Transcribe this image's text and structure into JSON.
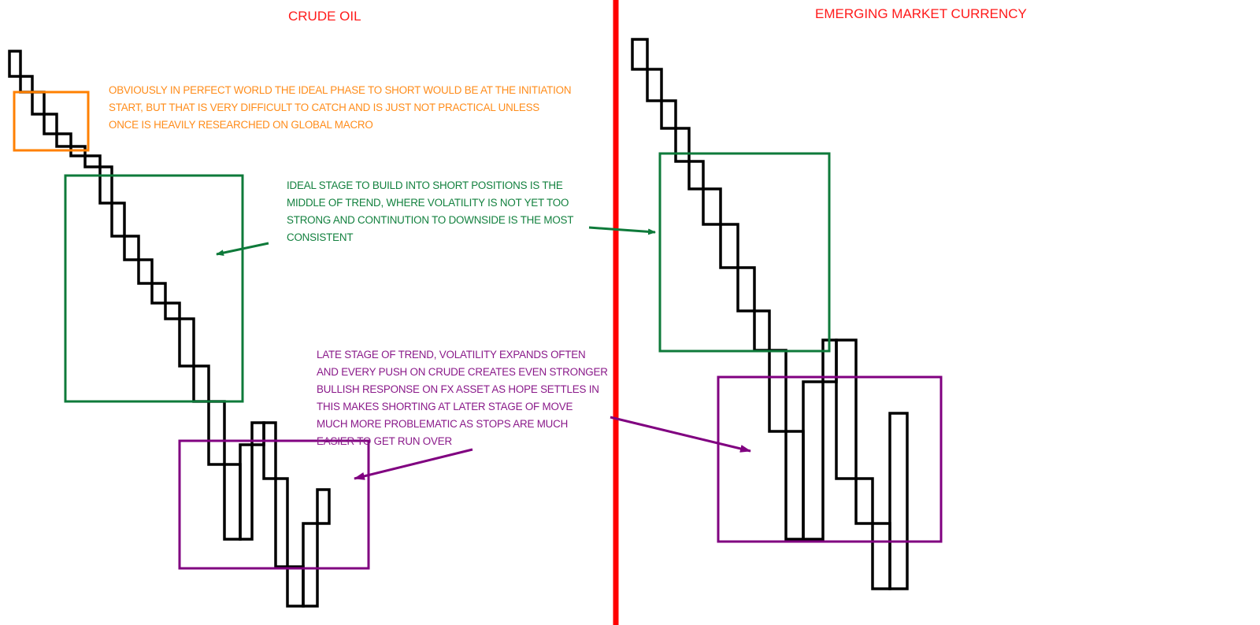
{
  "titles": {
    "left": "CRUDE OIL",
    "right": "EMERGING MARKET CURRENCY"
  },
  "notes": {
    "early": {
      "color": "#ff8c1a",
      "lines": [
        "OBVIOUSLY IN PERFECT WORLD THE IDEAL PHASE TO SHORT WOULD BE AT THE INITIATION",
        "START, BUT THAT IS VERY DIFFICULT TO CATCH AND IS JUST NOT PRACTICAL UNLESS",
        "ONCE IS HEAVILY RESEARCHED ON GLOBAL MACRO"
      ]
    },
    "middle": {
      "color": "#13813f",
      "lines": [
        "IDEAL STAGE TO BUILD INTO SHORT POSITIONS IS THE",
        "MIDDLE OF TREND, WHERE VOLATILITY IS NOT YET TOO",
        "STRONG AND CONTINUTION TO DOWNSIDE IS THE MOST",
        "CONSISTENT"
      ]
    },
    "late": {
      "color": "#8a1a8a",
      "lines": [
        "LATE STAGE OF TREND, VOLATILITY EXPANDS OFTEN",
        "AND EVERY PUSH ON CRUDE CREATES EVEN STRONGER",
        "BULLISH RESPONSE ON FX ASSET AS HOPE SETTLES IN",
        "THIS MAKES SHORTING AT LATER STAGE OF MOVE",
        "MUCH MORE PROBLEMATIC AS STOPS ARE MUCH",
        "EASIER TO GET RUN OVER"
      ]
    }
  },
  "colors": {
    "title": "#ff1a1a",
    "divider": "#ff0000",
    "orange": "#ff8000",
    "green": "#0e7a3a",
    "purple": "#800080",
    "bricks": "#000000"
  }
}
